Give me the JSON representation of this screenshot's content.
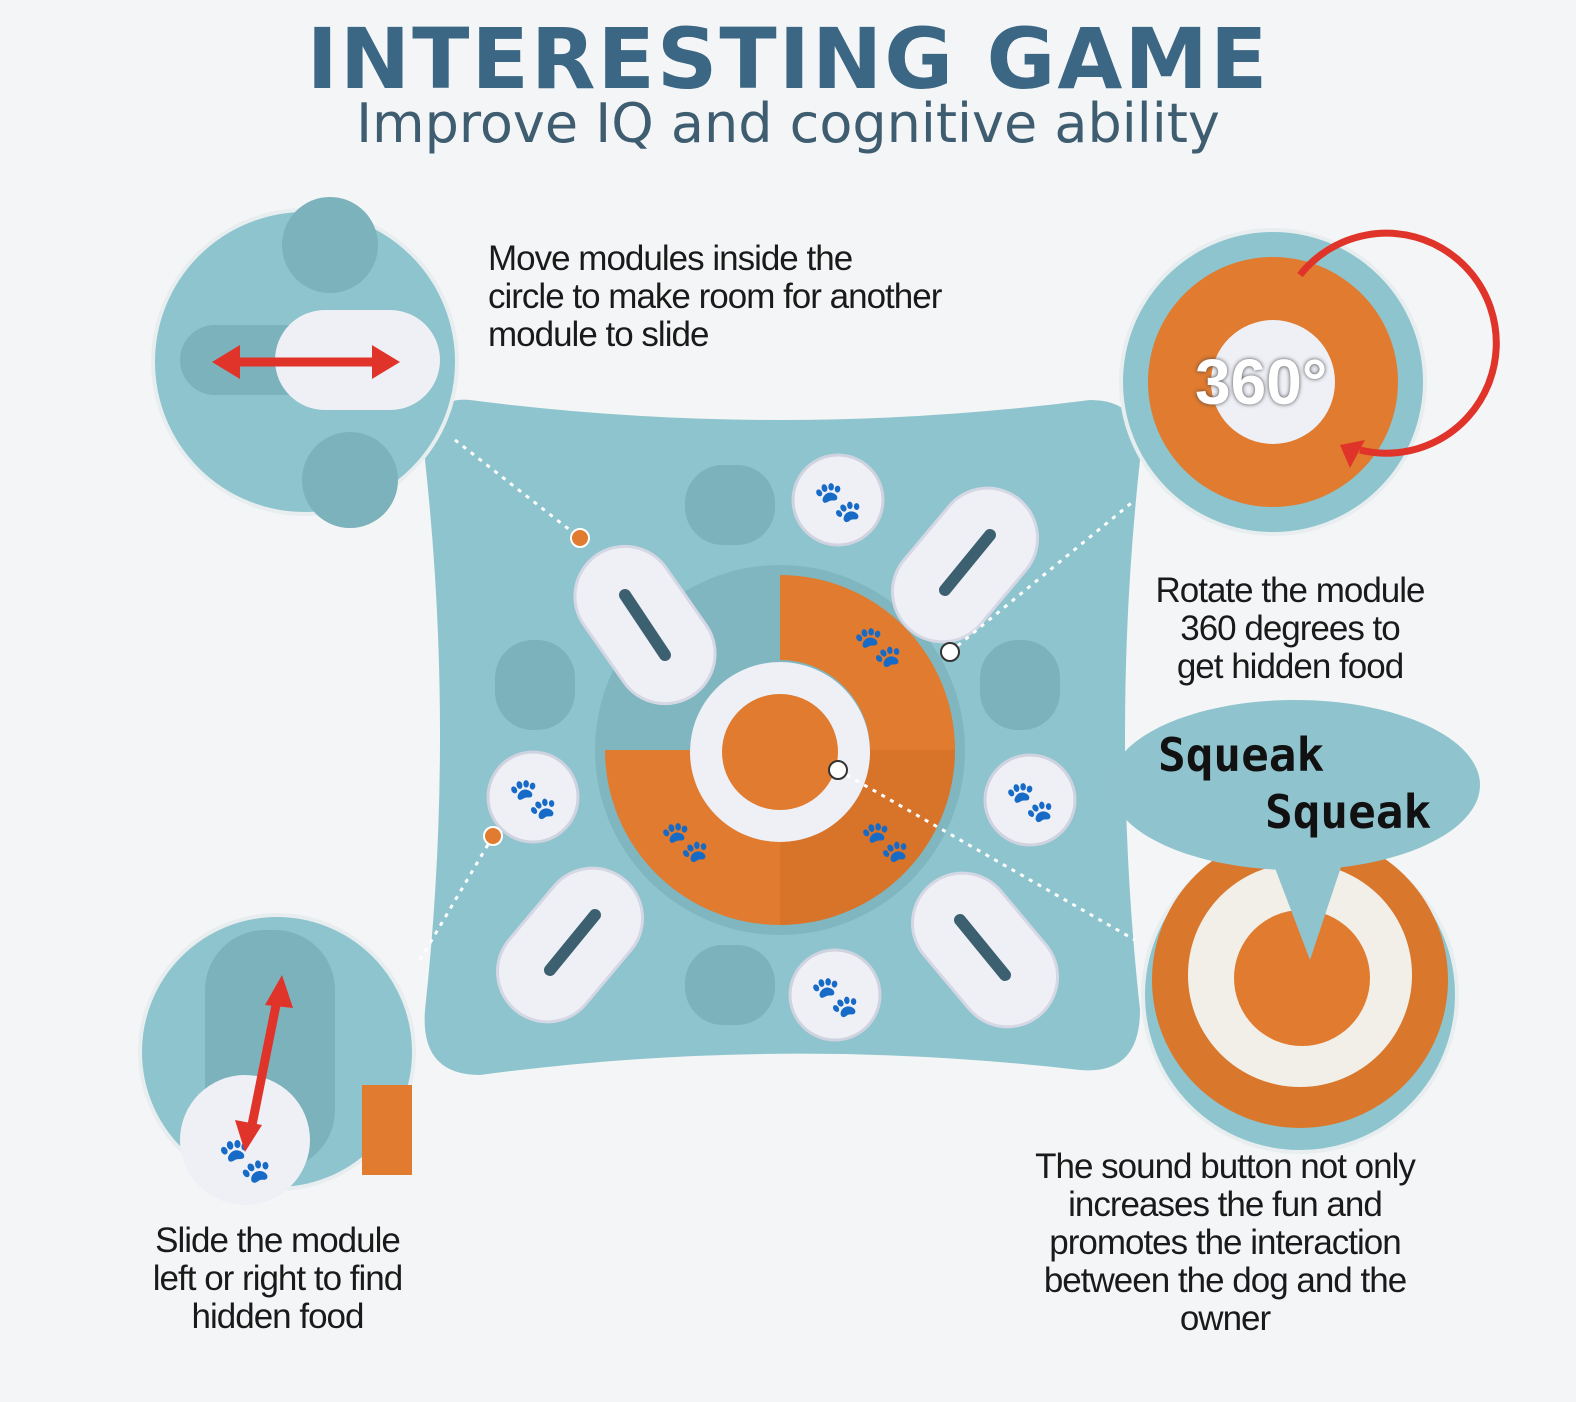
{
  "header": {
    "title": "INTERESTING GAME",
    "subtitle": "Improve IQ and cognitive ability"
  },
  "captions": {
    "move": [
      "Move modules inside the",
      "circle to make room for another",
      "module to slide"
    ],
    "rotate": [
      "Rotate the module",
      "360 degrees to",
      "get hidden food"
    ],
    "slide": [
      "Slide the module",
      "left or right to find",
      "hidden food"
    ],
    "sound": [
      "The sound button not only",
      "increases the fun and",
      "promotes the interaction",
      "between the dog and the",
      "owner"
    ]
  },
  "badge_360": "360°",
  "bubble": {
    "line1": "Squeak",
    "line2": "Squeak"
  },
  "colors": {
    "board": "#8ec4cd",
    "orange": "#e07b2f",
    "white": "#eef0f6",
    "arrow": "#e0342a",
    "title": "#3b6784"
  }
}
